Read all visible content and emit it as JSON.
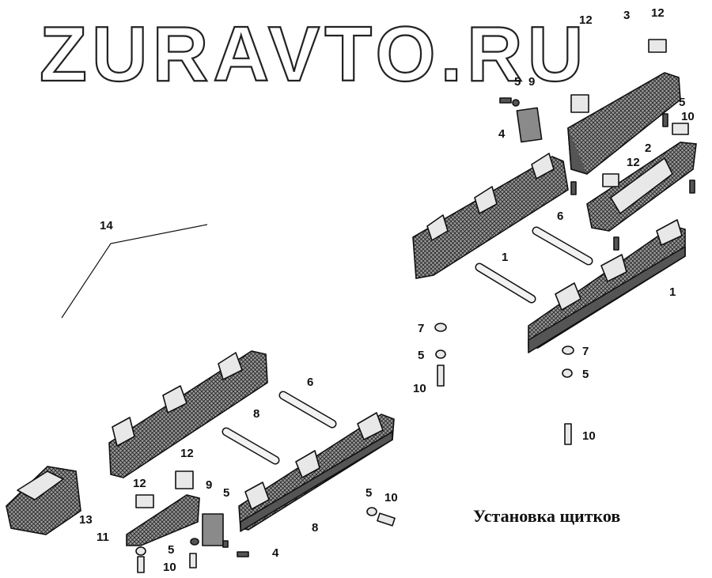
{
  "watermark": "ZURAVTO.RU",
  "caption": "Установка щитков",
  "callouts": {
    "c14": "14",
    "c12a": "12",
    "c3": "3",
    "c12b": "12",
    "c5a": "5",
    "c9a": "9",
    "c4a": "4",
    "c5b": "5",
    "c10a": "10",
    "c2": "2",
    "c12c": "12",
    "c6a": "6",
    "c1a": "1",
    "c1b": "1",
    "c7a": "7",
    "c5c": "5",
    "c10b": "10",
    "c7b": "7",
    "c5d": "5",
    "c10c": "10",
    "c6b": "6",
    "c8a": "8",
    "c8b": "8",
    "c12d": "12",
    "c12e": "12",
    "c9b": "9",
    "c5e": "5",
    "c13": "13",
    "c11": "11",
    "c5f": "5",
    "c10d": "10",
    "c4b": "4",
    "c5g": "5",
    "c10e": "10"
  }
}
